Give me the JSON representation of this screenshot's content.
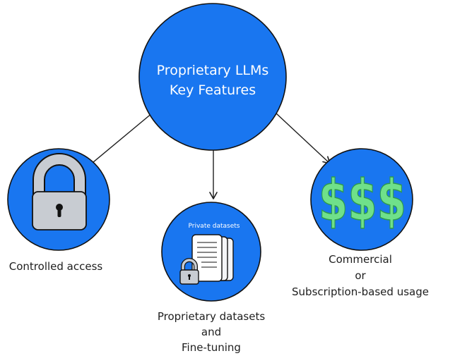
{
  "center": {
    "title_line1": "Proprietary LLMs",
    "title_line2": "Key Features"
  },
  "nodes": {
    "access": {
      "icon": "lock-icon",
      "label": "Controlled access"
    },
    "datasets": {
      "icon": "documents-with-lock-icon",
      "caption": "Private datasets",
      "label_line1": "Proprietary datasets",
      "label_line2": "and",
      "label_line3": "Fine-tuning"
    },
    "commercial": {
      "icon": "dollar-signs-icon",
      "glyphs": "$$$",
      "label_line1": "Commercial",
      "label_line2": "or",
      "label_line3": "Subscription-based usage"
    }
  },
  "colors": {
    "circle_fill": "#1976f0",
    "circle_stroke": "#121212",
    "dollar_green": "#6fe08a",
    "lock_gray": "#c8ccd2",
    "text": "#1e1e1e",
    "white": "#ffffff"
  }
}
